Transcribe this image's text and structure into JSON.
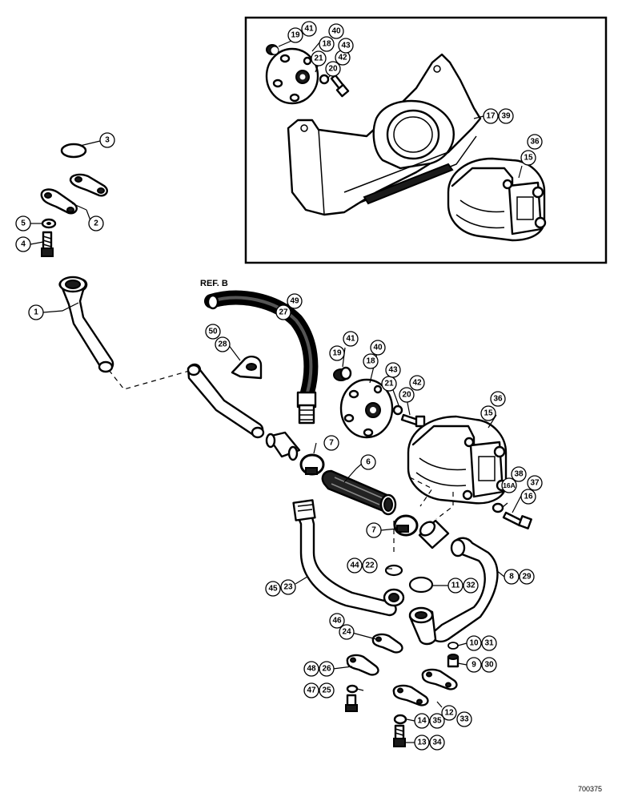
{
  "diagram": {
    "ref_label": "REF. B",
    "figure_code": "700375",
    "callouts": {
      "c1": "1",
      "c2": "2",
      "c3": "3",
      "c4": "4",
      "c5": "5",
      "c6": "6",
      "c7a": "7",
      "c7b": "7",
      "c8": "8",
      "c29": "29",
      "c9": "9",
      "c30": "30",
      "c10": "10",
      "c31": "31",
      "c11": "11",
      "c32": "32",
      "c12": "12",
      "c33": "33",
      "c13": "13",
      "c34": "34",
      "c14": "14",
      "c35": "35",
      "c15a": "15",
      "c36a": "36",
      "c15b": "15",
      "c36b": "36",
      "c16": "16",
      "c37": "37",
      "c16a": "16A",
      "c38": "38",
      "c17": "17",
      "c39": "39",
      "c18a": "18",
      "c40a": "40",
      "c18b": "18",
      "c40b": "40",
      "c19a": "19",
      "c41a": "41",
      "c19b": "19",
      "c41b": "41",
      "c20a": "20",
      "c42a": "42",
      "c20b": "20",
      "c42b": "42",
      "c21a": "21",
      "c43a": "43",
      "c21b": "21",
      "c43b": "43",
      "c22": "22",
      "c44": "44",
      "c23": "23",
      "c45": "45",
      "c24": "24",
      "c46": "46",
      "c25": "25",
      "c47": "47",
      "c26": "26",
      "c48": "48",
      "c27": "27",
      "c49": "49",
      "c28": "28",
      "c50": "50"
    }
  }
}
